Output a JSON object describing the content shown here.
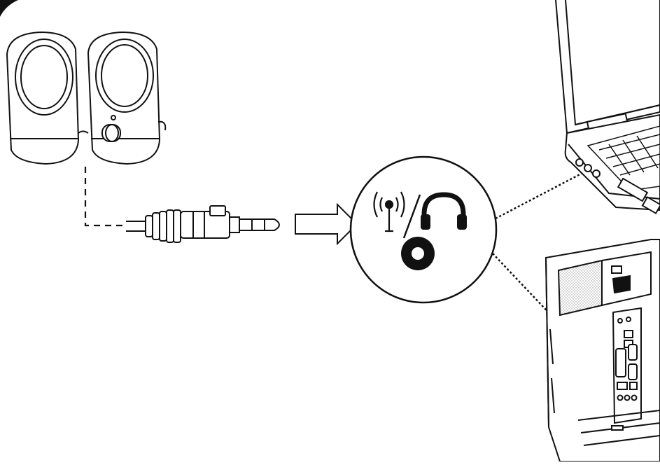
{
  "diagram": {
    "components": [
      {
        "id": "speakers",
        "icon": "speaker-pair-icon"
      },
      {
        "id": "audio-plug",
        "icon": "3-5mm-audio-jack-icon"
      },
      {
        "id": "direction-arrow",
        "icon": "right-arrow-icon"
      },
      {
        "id": "audio-port-callout",
        "icons": [
          "audio-output-icon",
          "headphones-icon",
          "audio-jack-port-icon"
        ]
      },
      {
        "id": "laptop",
        "icon": "laptop-icon"
      },
      {
        "id": "desktop-tower",
        "icon": "desktop-tower-icon"
      }
    ],
    "connections": [
      {
        "from": "speakers",
        "to": "audio-plug",
        "style": "dashed"
      },
      {
        "from": "audio-port-callout",
        "to": "laptop",
        "style": "dotted"
      },
      {
        "from": "audio-port-callout",
        "to": "desktop-tower",
        "style": "dotted"
      }
    ],
    "colors": {
      "line": "#111111",
      "background": "#ffffff",
      "fill_light": "#f2f2f2",
      "hatch": "#bbbbbb"
    }
  }
}
